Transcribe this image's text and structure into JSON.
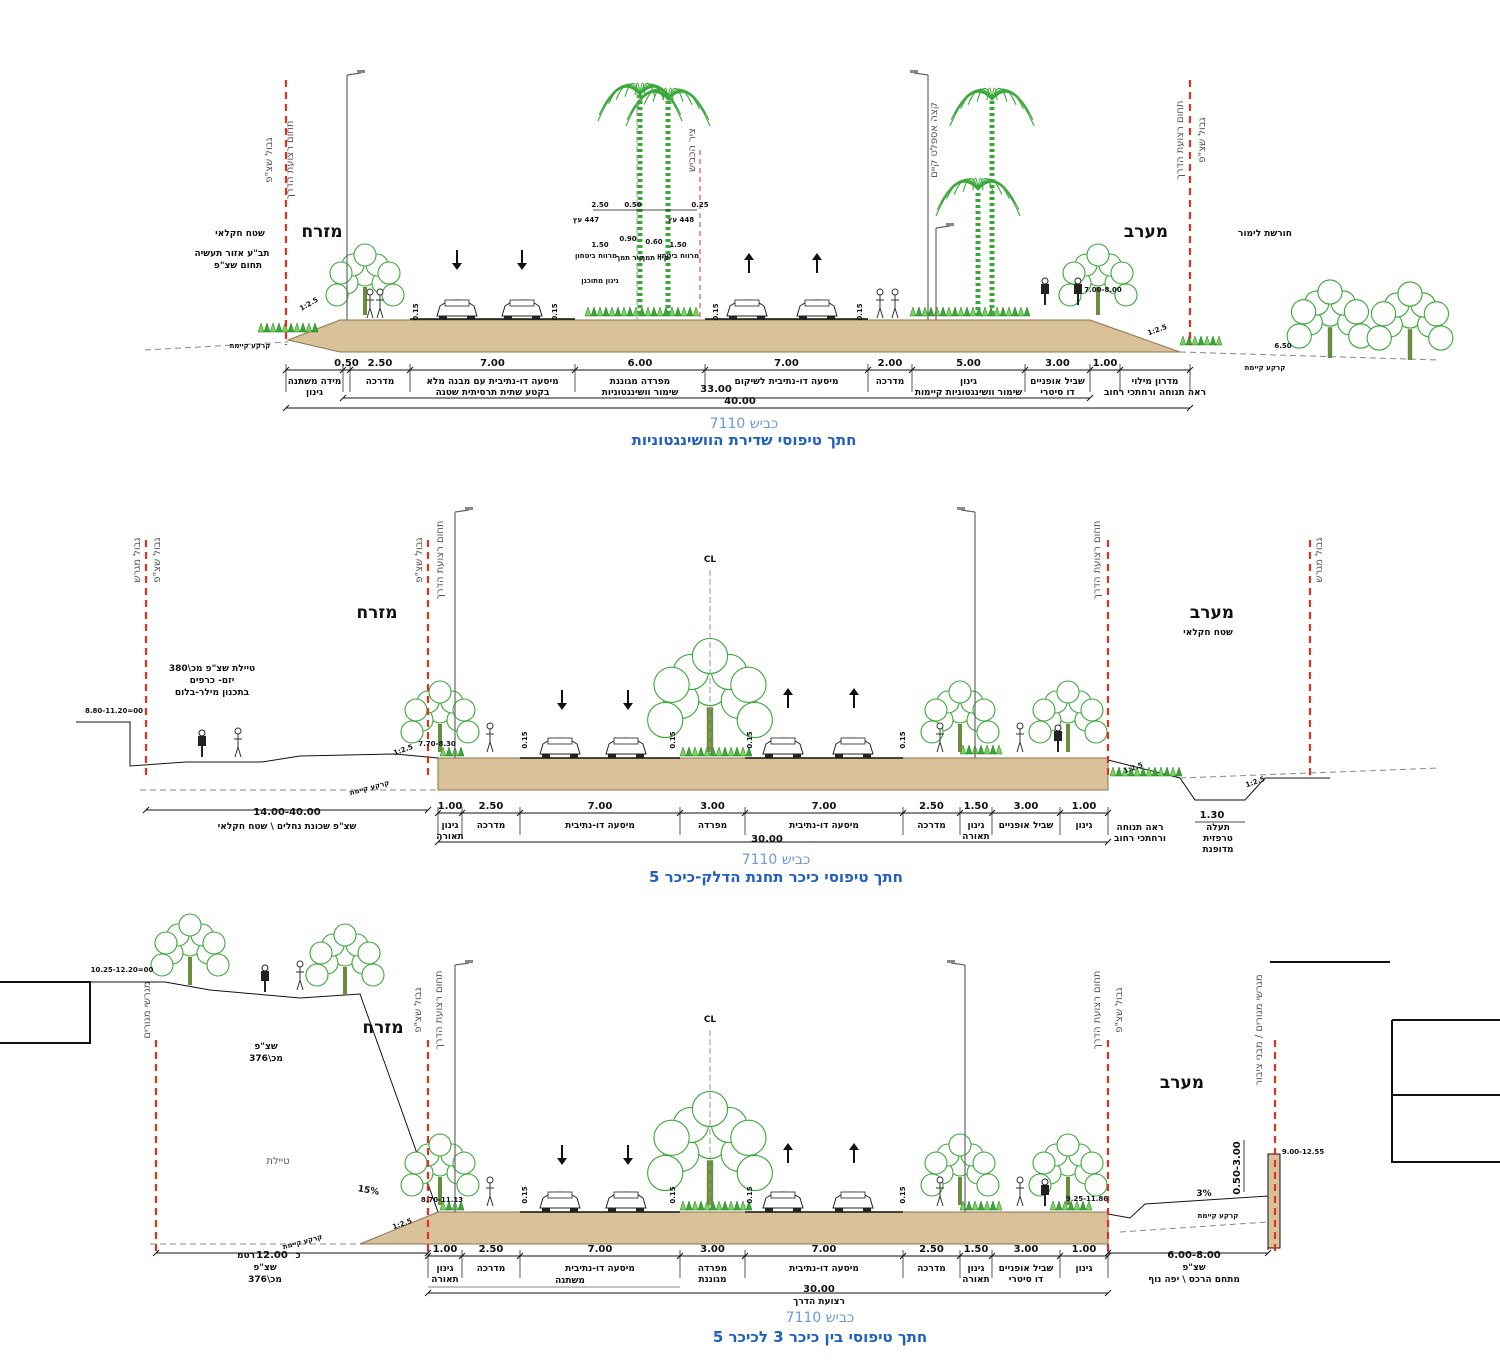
{
  "sections": [
    {
      "title": "חתך טיפוסי שדירת הוושינגטוניות",
      "road_label": "כביש 7110",
      "east": "מזרח",
      "west": "מערב",
      "overall_total": "40.00",
      "row_total": "33.00",
      "upper_dims": [
        "2.50",
        "0.50",
        "0.50",
        "0.25"
      ],
      "median_notes": [
        "447 עץ",
        "448 עץ",
        "1.50",
        "0.90",
        "0.60",
        "1.50",
        "מרווח ביטחון",
        "קיר תמך",
        "קיר תמך",
        "מרווח ביטחון",
        "גינון מתוכנן"
      ],
      "side_notes": [
        "שטח חקלאי",
        "תב\"ע אזור תעשיה",
        "תחום שצ\"פ"
      ],
      "right_note": "חורשת לימור",
      "level_right": "6.50",
      "ground_label": "קרקע קיימת",
      "slope": "1:2.5",
      "curb": "0.15",
      "elevation": "7.00-8.00",
      "rot_labels": [
        "גבול שצ\"פ",
        "תחום רצועת הדרך",
        "ציר הכביש",
        "קצה אספלט קיים",
        "תחום רצועת הדרך",
        "גבול שצ\"פ"
      ],
      "segments": [
        {
          "w": "",
          "l1": "מידה משתנה",
          "l2": "גינון"
        },
        {
          "w": "0.50",
          "l1": "",
          "l2": ""
        },
        {
          "w": "2.50",
          "l1": "מדרכה",
          "l2": ""
        },
        {
          "w": "7.00",
          "l1": "מיסעה דו-נתיבית עם מבנה מלא",
          "l2": "בקטע שתית תרסיתית שטנה"
        },
        {
          "w": "6.00",
          "l1": "מפרדה מגוננת",
          "l2": "שימור וושינגטוניות"
        },
        {
          "w": "7.00",
          "l1": "מיסעה דו-נתיבית לשיקום",
          "l2": ""
        },
        {
          "w": "2.00",
          "l1": "מדרכה",
          "l2": ""
        },
        {
          "w": "5.00",
          "l1": "גינון",
          "l2": "שימור וושינגטוניות קיימות"
        },
        {
          "w": "3.00",
          "l1": "שביל אופניים",
          "l2": "דו סיטרי"
        },
        {
          "w": "1.00",
          "l1": "",
          "l2": ""
        },
        {
          "w": "",
          "l1": "מדרון מילוי",
          "l2": "ראה תנוחה ורחתכי רחוב"
        }
      ]
    },
    {
      "title": "חתך טיפוסי כיכר תחנת הדלק-כיכר 5",
      "road_label": "כביש 7110",
      "east": "מזרח",
      "west": "מערב",
      "total": "30.00",
      "left_dim": "14.00-40.00",
      "left_dim_label": "שצ\"פ שכונת נחלים \\ שטח חקלאי",
      "left_note": [
        "טיילת שצ\"פ מכ\\380",
        "יזם- כרפים",
        "בתכנון מילר-בלום"
      ],
      "west_sub": "שטח חקלאי",
      "ditch_dim": "1.30",
      "ditch_label": [
        "תעלה",
        "טרפזית",
        "מדופנת"
      ],
      "far_right_label": [
        "ראה תנוחה",
        "ורחתכי רחוב"
      ],
      "level_left": "00=8.80-11.20",
      "elevation": "7.70-8.30",
      "ground_label": "קרקע קיימת",
      "slope": "1:2.5",
      "curb": "0.15",
      "centerline": "CL",
      "rot_labels": [
        "גבול מגרש",
        "גבול שצ\"פ",
        "גבול שצ\"פ",
        "תחום רצועת הדרך",
        "תחום רצועת הדרך",
        "גבול מגרש"
      ],
      "segments": [
        {
          "w": "1.00",
          "l1": "גינון",
          "l2": "תאורה"
        },
        {
          "w": "2.50",
          "l1": "מדרכה",
          "l2": ""
        },
        {
          "w": "7.00",
          "l1": "מיסעה דו-נתיבית",
          "l2": ""
        },
        {
          "w": "3.00",
          "l1": "מפרדה",
          "l2": ""
        },
        {
          "w": "7.00",
          "l1": "מיסעה דו-נתיבית",
          "l2": ""
        },
        {
          "w": "2.50",
          "l1": "מדרכה",
          "l2": ""
        },
        {
          "w": "1.50",
          "l1": "גינון",
          "l2": "תאורה"
        },
        {
          "w": "3.00",
          "l1": "שביל אופניים",
          "l2": ""
        },
        {
          "w": "1.00",
          "l1": "גינון",
          "l2": ""
        }
      ]
    },
    {
      "title": "חתך טיפוסי בין כיכר 3 לכיכר 5",
      "road_label": "כביש 7110",
      "east": "מזרח",
      "west": "מערב",
      "total": "30.00",
      "total_label": "רצועת הדרך",
      "left_dim": "12.00",
      "left_dim_prefix": "כ",
      "left_dim_suffix": "רטמ",
      "left_dim_label": [
        "שצ\"פ",
        "מכ\\376"
      ],
      "left_note": [
        "שצ\"פ",
        "מכ\\376"
      ],
      "promenade": "טיילת",
      "right_dim": "6.00-8.00",
      "right_dim_label": [
        "שצ\"פ",
        "מתחם הרכס \\ יפה נוף"
      ],
      "vert_dim": "0.50-3.00",
      "slope_left": "15%",
      "slope_right": "3%",
      "level_left": "00=10.25-12.20",
      "level_right": "9.00-12.55",
      "elev_left": "8.70-11.13",
      "elev_right": "9.25-11.86",
      "ground_label": "קרקע קיימת",
      "slope": "1:2.5",
      "curb": "0.15",
      "variable": "משתנה",
      "centerline": "CL",
      "rot_labels": [
        "מגרשי מגורים",
        "גבול שצ\"פ",
        "תחום רצועת הדרך",
        "תחום רצועת הדרך",
        "גבול שצ\"פ",
        "מגרשי מגורים / מבני ציבור"
      ],
      "segments": [
        {
          "w": "1.00",
          "l1": "גינון",
          "l2": "תאורה"
        },
        {
          "w": "2.50",
          "l1": "מדרכה",
          "l2": ""
        },
        {
          "w": "7.00",
          "l1": "מיסעה דו-נתיבית",
          "l2": ""
        },
        {
          "w": "3.00",
          "l1": "מפרדה",
          "l2": "מגוננת"
        },
        {
          "w": "7.00",
          "l1": "מיסעה דו-נתיבית",
          "l2": ""
        },
        {
          "w": "2.50",
          "l1": "מדרכה",
          "l2": ""
        },
        {
          "w": "1.50",
          "l1": "גינון",
          "l2": "תאורה"
        },
        {
          "w": "3.00",
          "l1": "שביל אופניים",
          "l2": "דו סיטרי"
        },
        {
          "w": "1.00",
          "l1": "גינון",
          "l2": ""
        }
      ]
    }
  ],
  "colors": {
    "soil": "#d9c19a",
    "soil_stroke": "#8c7451",
    "boundary": "#e03020",
    "plant": "#3aa838",
    "plant_light": "#7bd35a",
    "title": "#1f5fbf"
  }
}
